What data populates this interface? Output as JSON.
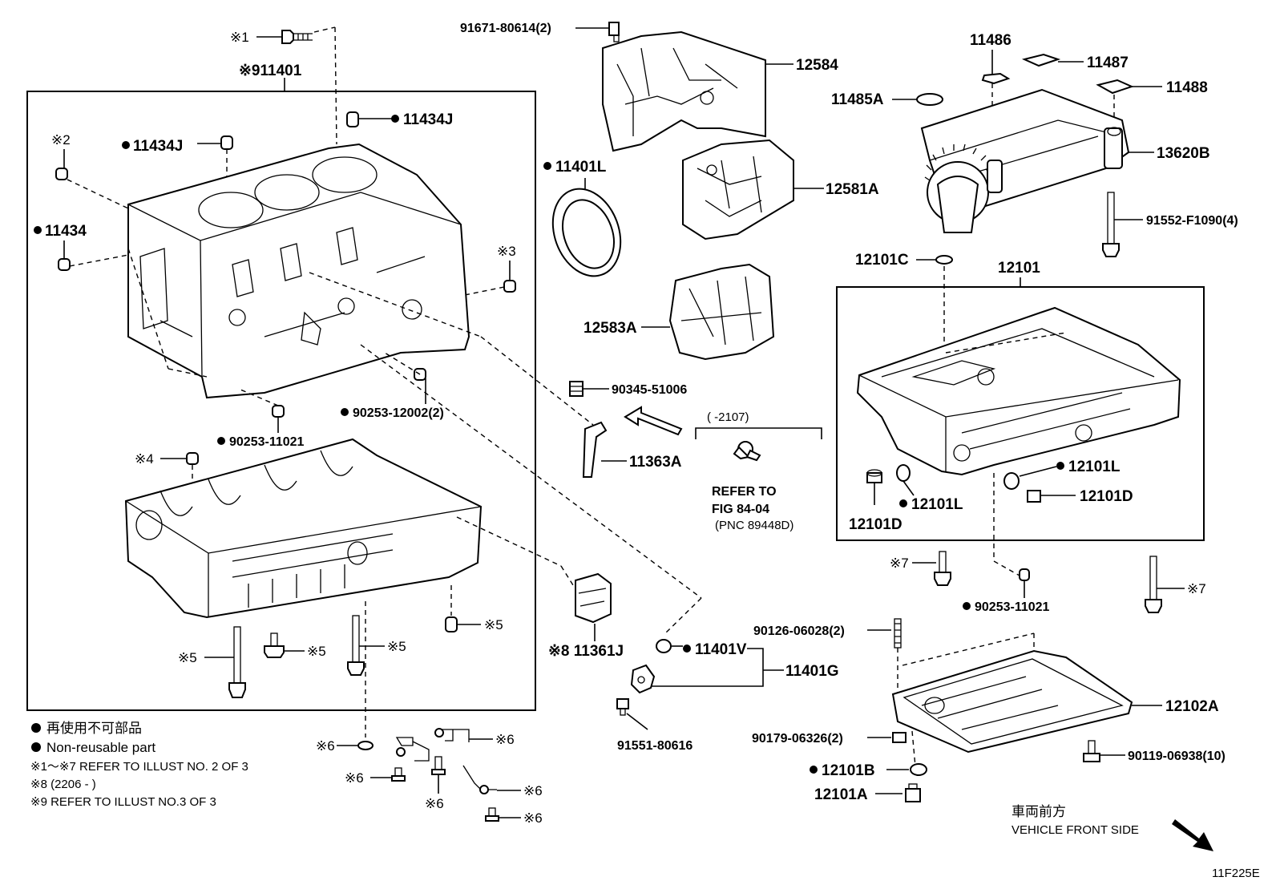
{
  "labels": {
    "p11401": "※911401",
    "p1": "※1",
    "p2": "※2",
    "p3": "※3",
    "p4": "※4",
    "p11434J_a": "11434J",
    "p11434J_b": "11434J",
    "p11434": "11434",
    "p90253_12002": "90253-12002(2)",
    "p90253_11021_a": "90253-11021",
    "p91671": "91671-80614(2)",
    "p12584": "12584",
    "p11401L": "11401L",
    "p12581A": "12581A",
    "p12583A": "12583A",
    "p90345": "90345-51006",
    "p11363A": "11363A",
    "refer_range": "(  -2107)",
    "refer1": "REFER TO",
    "refer2": "FIG 84-04",
    "refer3": "(PNC 89448D)",
    "p11486": "11486",
    "p11487": "11487",
    "p11485A": "11485A",
    "p11488": "11488",
    "p13620B": "13620B",
    "p91552": "91552-F1090(4)",
    "p12101C": "12101C",
    "p12101": "12101",
    "p12101L_a": "12101L",
    "p12101L_b": "12101L",
    "p12101D_a": "12101D",
    "p12101D_b": "12101D",
    "p7a": "※7",
    "p7b": "※7",
    "p90253_11021_b": "90253-11021",
    "p90126": "90126-06028(2)",
    "p12102A": "12102A",
    "p90179": "90179-06326(2)",
    "p90119": "90119-06938(10)",
    "p12101B": "12101B",
    "p12101A": "12101A",
    "p11401V": "11401V",
    "p11401G": "11401G",
    "p91551": "91551-80616",
    "p11361J": "※8 11361J",
    "p5a": "※5",
    "p5b": "※5",
    "p5c": "※5",
    "p5d": "※5",
    "p6a": "※6",
    "p6b": "※6",
    "p6c": "※6",
    "p6d": "※6",
    "p6e": "※6",
    "p6f": "※6"
  },
  "legend": {
    "line1": "再使用不可部品",
    "line2": "Non-reusable part",
    "line3": "※1～※7  REFER TO ILLUST NO. 2 OF 3",
    "line4": "※8  (2206 -    )",
    "line5": "※9 REFER TO ILLUST NO.3 OF 3"
  },
  "direction": {
    "jp": "車両前方",
    "en": "VEHICLE FRONT SIDE"
  },
  "figure_id": "11F225E"
}
